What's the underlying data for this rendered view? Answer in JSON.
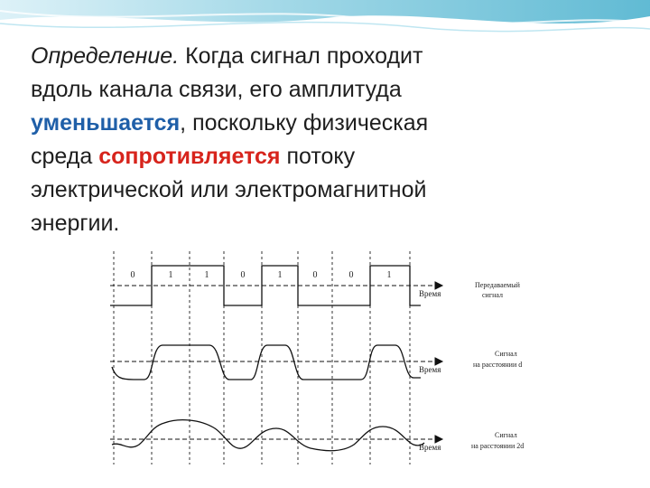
{
  "slide": {
    "definition_label": "Определение.",
    "line1_rest": " Когда сигнал проходит",
    "line2": "вдоль канала связи, его амплитуда",
    "line3_highlight": "уменьшается",
    "line3_rest": ", поскольку физическая",
    "line4_start": "среда ",
    "line4_highlight": "сопротивляется",
    "line4_rest": " потоку",
    "line5": "электрической или электромагнитной",
    "line6": "энергии."
  },
  "diagram": {
    "bits": [
      "0",
      "1",
      "1",
      "0",
      "1",
      "0",
      "0",
      "1"
    ],
    "time_label": "Время",
    "row1_label_line1": "Передаваемый",
    "row1_label_line2": "сигнал",
    "row2_label_line1": "Сигнал",
    "row2_label_line2": "на расстоянии d",
    "row3_label_line1": "Сигнал",
    "row3_label_line2": "на расстоянии 2d"
  },
  "colors": {
    "highlight_blue": "#1f5fa8",
    "highlight_red": "#d7241c",
    "header_wave": "#7ec8dd"
  }
}
